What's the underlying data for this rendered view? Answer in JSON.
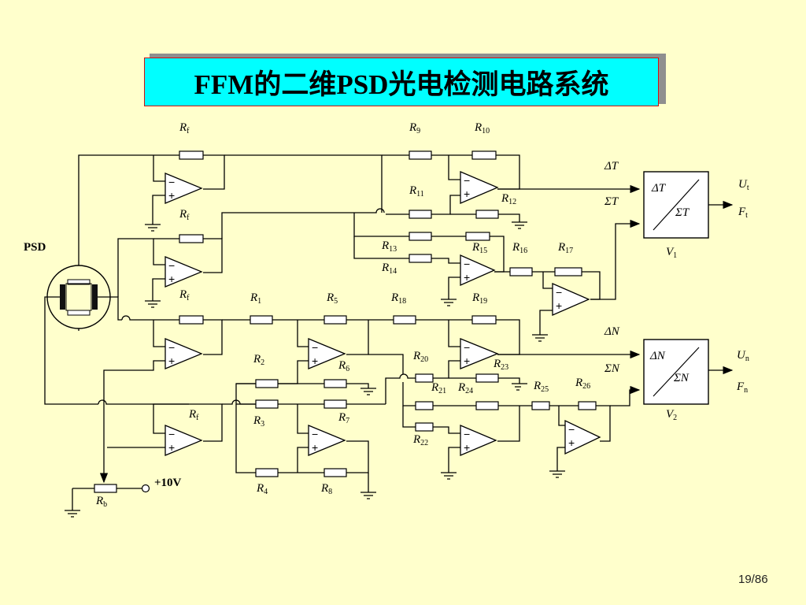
{
  "title": "FFM的二维PSD光电检测电路系统",
  "page_number": "19/86",
  "circuit": {
    "psd_label": "PSD",
    "supply_label": "+10V",
    "rb_label": "R",
    "rb_sub": "b",
    "rf_labels": [
      "R",
      "R",
      "R",
      "R"
    ],
    "rf_sub": "f",
    "resistors": [
      {
        "base": "R",
        "sub": "1"
      },
      {
        "base": "R",
        "sub": "2"
      },
      {
        "base": "R",
        "sub": "3"
      },
      {
        "base": "R",
        "sub": "4"
      },
      {
        "base": "R",
        "sub": "5"
      },
      {
        "base": "R",
        "sub": "6"
      },
      {
        "base": "R",
        "sub": "7"
      },
      {
        "base": "R",
        "sub": "8"
      },
      {
        "base": "R",
        "sub": "9"
      },
      {
        "base": "R",
        "sub": "10"
      },
      {
        "base": "R",
        "sub": "11"
      },
      {
        "base": "R",
        "sub": "12"
      },
      {
        "base": "R",
        "sub": "13"
      },
      {
        "base": "R",
        "sub": "14"
      },
      {
        "base": "R",
        "sub": "15"
      },
      {
        "base": "R",
        "sub": "16"
      },
      {
        "base": "R",
        "sub": "17"
      },
      {
        "base": "R",
        "sub": "18"
      },
      {
        "base": "R",
        "sub": "19"
      },
      {
        "base": "R",
        "sub": "20"
      },
      {
        "base": "R",
        "sub": "21"
      },
      {
        "base": "R",
        "sub": "22"
      },
      {
        "base": "R",
        "sub": "23"
      },
      {
        "base": "R",
        "sub": "24"
      },
      {
        "base": "R",
        "sub": "25"
      },
      {
        "base": "R",
        "sub": "26"
      }
    ],
    "divider_top": {
      "name": "V",
      "sub": "1",
      "in_delta": "ΔT",
      "in_sum": "ΣT",
      "box_delta": "ΔT",
      "box_sum": "ΣT",
      "out_u": "U",
      "out_u_sub": "t",
      "out_f": "F",
      "out_f_sub": "t"
    },
    "divider_bottom": {
      "name": "V",
      "sub": "2",
      "in_delta": "ΔN",
      "in_sum": "ΣN",
      "box_delta": "ΔN",
      "box_sum": "ΣN",
      "out_u": "U",
      "out_u_sub": "n",
      "out_f": "F",
      "out_f_sub": "n"
    },
    "opamp_minus": "−",
    "opamp_plus": "+"
  }
}
